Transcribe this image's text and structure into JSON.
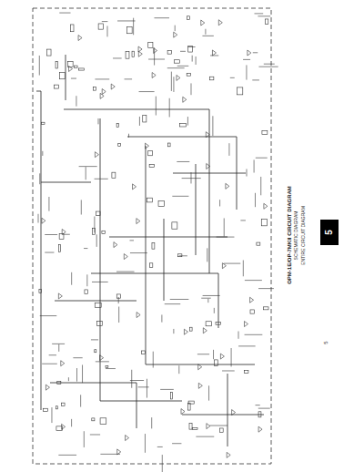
{
  "diagram": {
    "title": "OPM-1E/OP-7MKII CIRCUIT DIAGRAM",
    "labels": [
      "SCHEMATIC DIAGRAM",
      "ENTIRE CIRCUIT DIAGRAM",
      "5",
      "5"
    ]
  }
}
